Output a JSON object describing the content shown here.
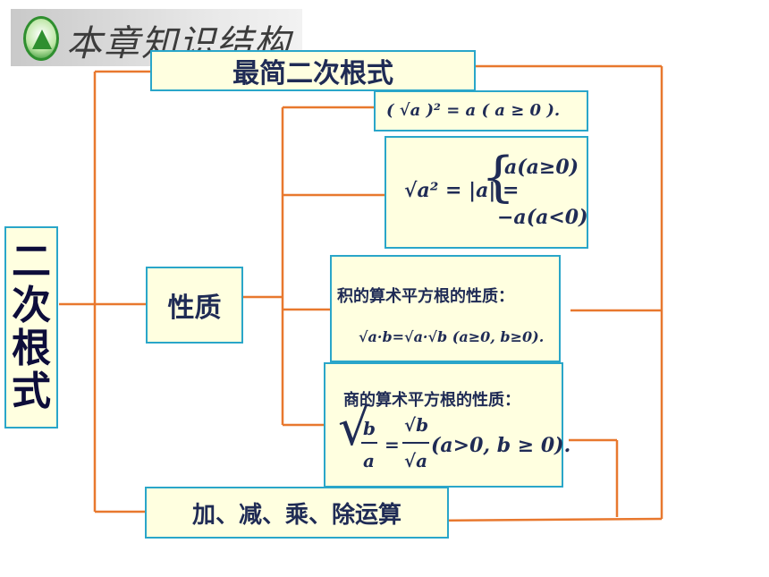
{
  "header": {
    "title": "本章知识结构"
  },
  "root": {
    "label": "二次根式",
    "chars": [
      "二",
      "次",
      "根",
      "式"
    ]
  },
  "nodes": {
    "simplest": "最简二次根式",
    "properties": "性质",
    "operations": "加、减、乘、除运算"
  },
  "properties": {
    "p1": {
      "text": "( √a )² = a ( a ≥ 0 )."
    },
    "p2": {
      "lhs": "√a² = |a| =",
      "case1": "a(a≥0)",
      "case2": "−a(a<0)"
    },
    "p3": {
      "title": "积的算术平方根的性质：",
      "formula": "√a·b=√a·√b (a≥0, b≥0)."
    },
    "p4": {
      "title": "商的算术平方根的性质：",
      "lhs_num": "b",
      "lhs_den": "a",
      "rhs_num": "√b",
      "rhs_den": "√a",
      "condition": "(a>0,  b ≥ 0)."
    }
  },
  "colors": {
    "connector": "#e8782e",
    "box_border": "#2aa6c9",
    "box_fill": "#ffffe0",
    "text": "#1f2b55"
  }
}
